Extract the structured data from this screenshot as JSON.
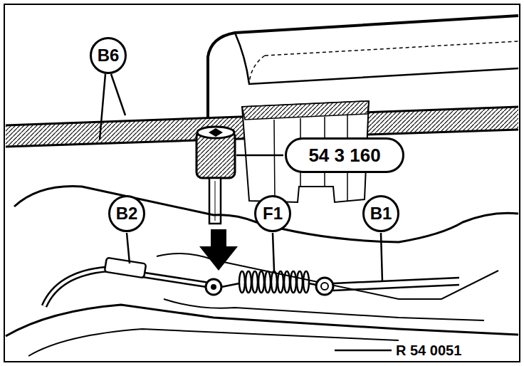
{
  "diagram": {
    "nodes": [
      {
        "text": [
          "B6"
        ]
      },
      {
        "text": [
          "54 3 160"
        ]
      },
      {
        "text": [
          "B2"
        ]
      },
      {
        "text": [
          "F1"
        ]
      },
      {
        "text": [
          "B1"
        ]
      }
    ],
    "labels": [
      "R 54 0051"
    ]
  }
}
